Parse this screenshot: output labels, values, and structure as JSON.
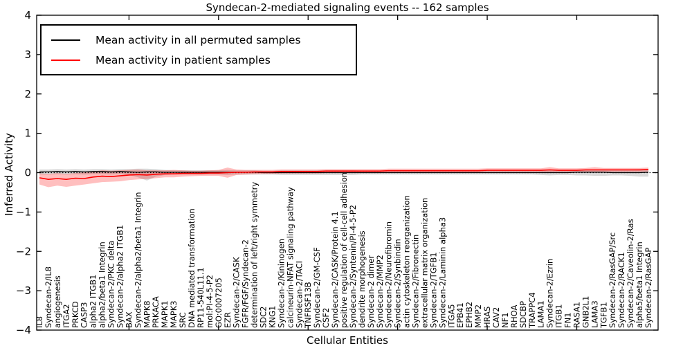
{
  "figure": {
    "title": "Syndecan-2-mediated signaling events -- 162 samples",
    "xlabel": "Cellular Entities",
    "ylabel": "Inferred Activity"
  },
  "chart_data": {
    "type": "line",
    "title": "Syndecan-2-mediated signaling events -- 162 samples",
    "xlabel": "Cellular Entities",
    "ylabel": "Inferred Activity",
    "ylim": [
      -4,
      4
    ],
    "yticks": [
      -4,
      -3,
      -2,
      -1,
      0,
      1,
      2,
      3,
      4
    ],
    "x_major_tick_indices": [
      10,
      20,
      30,
      40,
      50,
      60
    ],
    "grid": false,
    "zero_line": 0,
    "legend_position": "upper left",
    "categories": [
      "IL8",
      "Syndecan-2/IL8",
      "angiogenesis",
      "ITGA2",
      "PRKCD",
      "CASP3",
      "alpha2 ITGB1",
      "alpha2/beta1 Integrin",
      "Syndecan-2/PKC delta",
      "Syndecan-2/alpha2 ITGB1",
      "BAX",
      "Syndecan-2/alpha2/beta1 Integrin",
      "MAPK8",
      "PRKACA",
      "MAPK1",
      "MAPK3",
      "SRC",
      "DNA mediated transformation",
      "RP11-540L11.1",
      "mol:PI-4-5-P2",
      "GO:0007205",
      "EZR",
      "Syndecan-2/CASK",
      "FGFR/FGF/Syndecan-2",
      "determination of left/right symmetry",
      "SDC2",
      "KNG1",
      "Syndecan-2/Kininogen",
      "calcineurin-NFAT signaling pathway",
      "Syndecan-2/TACI",
      "TNFRSF13B",
      "Syndecan-2/GM-CSF",
      "CSF2",
      "Syndecan-2/CASK/Protein 4.1",
      "positive regulation of cell-cell adhesion",
      "Syndecan-2/Syntenin/PI-4-5-P2",
      "dendrite morphogenesis",
      "Syndecan-2 dimer",
      "Syndecan-2/MMP2",
      "Syndecan-2/Neurofibromin",
      "Syndecan-2/Synbindin",
      "actin cytoskeleton reorganization",
      "Syndecan-2/Fibronectin",
      "extracellular matrix organization",
      "Syndecan-2/TGFB1",
      "Syndecan-2/Laminin alpha3",
      "ITGA5",
      "EPB41",
      "EPHB2",
      "MMP2",
      "HRAS",
      "CAV2",
      "NF1",
      "RHOA",
      "SDCBP",
      "TRAPPC4",
      "LAMA1",
      "Syndecan-2/Ezrin",
      "ITGB1",
      "FN1",
      "RASA1",
      "GNB2L1",
      "LAMA3",
      "TGFB1",
      "Syndecan-2/RasGAP/Src",
      "Syndecan-2/RACK1",
      "Syndecan-2/Caveolin-2/Ras",
      "alpha5/beta1 Integrin",
      "Syndecan-2/RasGAP"
    ],
    "series": [
      {
        "name": "Mean activity in all permuted samples",
        "color": "#000000",
        "band_color": "rgba(0,0,0,0.15)",
        "values": [
          0.02,
          0.02,
          0.03,
          0.02,
          0.03,
          0.02,
          0.03,
          0.03,
          0.02,
          0.03,
          0.02,
          0.01,
          0.02,
          0.02,
          0.01,
          0.01,
          0.01,
          0.01,
          0.01,
          0.01,
          0.01,
          0.01,
          0.01,
          0.01,
          0.01,
          0.0,
          0.0,
          0.0,
          0.0,
          0.0,
          0.0,
          0.0,
          0.0,
          0.0,
          0.0,
          0.0,
          0.0,
          0.0,
          0.0,
          0.0,
          0.0,
          0.0,
          0.0,
          0.0,
          0.0,
          0.0,
          0.0,
          0.0,
          0.0,
          0.0,
          0.0,
          0.0,
          0.0,
          0.0,
          0.0,
          0.0,
          0.0,
          0.0,
          0.0,
          0.0,
          0.01,
          0.01,
          0.01,
          0.01,
          0.0,
          0.0,
          0.0,
          0.0,
          0.01
        ],
        "upper": [
          0.08,
          0.08,
          0.09,
          0.08,
          0.09,
          0.08,
          0.09,
          0.09,
          0.08,
          0.09,
          0.09,
          0.1,
          0.1,
          0.09,
          0.07,
          0.06,
          0.06,
          0.06,
          0.06,
          0.06,
          0.06,
          0.07,
          0.06,
          0.06,
          0.06,
          0.05,
          0.05,
          0.06,
          0.06,
          0.06,
          0.06,
          0.06,
          0.06,
          0.06,
          0.06,
          0.06,
          0.05,
          0.05,
          0.05,
          0.05,
          0.05,
          0.05,
          0.05,
          0.05,
          0.05,
          0.05,
          0.05,
          0.05,
          0.05,
          0.05,
          0.05,
          0.05,
          0.05,
          0.05,
          0.05,
          0.05,
          0.06,
          0.07,
          0.06,
          0.06,
          0.07,
          0.07,
          0.08,
          0.08,
          0.07,
          0.07,
          0.08,
          0.09,
          0.09
        ],
        "lower": [
          -0.05,
          -0.05,
          -0.04,
          -0.05,
          -0.04,
          -0.05,
          -0.04,
          -0.04,
          -0.05,
          -0.04,
          -0.06,
          -0.12,
          -0.2,
          -0.1,
          -0.06,
          -0.05,
          -0.05,
          -0.05,
          -0.05,
          -0.05,
          -0.05,
          -0.06,
          -0.05,
          -0.05,
          -0.05,
          -0.05,
          -0.05,
          -0.06,
          -0.06,
          -0.06,
          -0.06,
          -0.06,
          -0.06,
          -0.06,
          -0.06,
          -0.06,
          -0.05,
          -0.05,
          -0.05,
          -0.05,
          -0.05,
          -0.05,
          -0.05,
          -0.05,
          -0.05,
          -0.05,
          -0.05,
          -0.05,
          -0.05,
          -0.05,
          -0.05,
          -0.05,
          -0.05,
          -0.05,
          -0.05,
          -0.05,
          -0.06,
          -0.07,
          -0.06,
          -0.06,
          -0.07,
          -0.07,
          -0.08,
          -0.08,
          -0.07,
          -0.07,
          -0.08,
          -0.1,
          -0.1
        ]
      },
      {
        "name": "Mean activity in patient samples",
        "color": "#ff0000",
        "band_color": "rgba(255,0,0,0.25)",
        "values": [
          -0.13,
          -0.17,
          -0.15,
          -0.17,
          -0.14,
          -0.15,
          -0.11,
          -0.09,
          -0.1,
          -0.08,
          -0.06,
          -0.05,
          -0.06,
          -0.04,
          -0.03,
          -0.03,
          -0.02,
          -0.02,
          -0.02,
          -0.01,
          -0.01,
          0.0,
          0.01,
          0.01,
          0.02,
          0.02,
          0.02,
          0.03,
          0.03,
          0.03,
          0.03,
          0.03,
          0.04,
          0.04,
          0.04,
          0.04,
          0.04,
          0.04,
          0.04,
          0.05,
          0.05,
          0.05,
          0.05,
          0.05,
          0.05,
          0.05,
          0.05,
          0.05,
          0.05,
          0.05,
          0.06,
          0.06,
          0.06,
          0.06,
          0.06,
          0.06,
          0.06,
          0.07,
          0.06,
          0.06,
          0.06,
          0.07,
          0.07,
          0.07,
          0.07,
          0.07,
          0.07,
          0.07,
          0.08
        ],
        "upper": [
          -0.02,
          -0.03,
          -0.01,
          -0.03,
          -0.01,
          0.01,
          0.03,
          0.06,
          0.05,
          0.06,
          0.07,
          0.08,
          0.06,
          0.06,
          0.06,
          0.07,
          0.06,
          0.05,
          0.05,
          0.06,
          0.07,
          0.13,
          0.08,
          0.07,
          0.07,
          0.07,
          0.07,
          0.08,
          0.08,
          0.08,
          0.08,
          0.08,
          0.09,
          0.09,
          0.09,
          0.09,
          0.09,
          0.09,
          0.09,
          0.1,
          0.1,
          0.1,
          0.1,
          0.1,
          0.1,
          0.1,
          0.1,
          0.1,
          0.1,
          0.1,
          0.11,
          0.11,
          0.11,
          0.11,
          0.11,
          0.11,
          0.11,
          0.14,
          0.11,
          0.11,
          0.11,
          0.12,
          0.14,
          0.12,
          0.12,
          0.12,
          0.12,
          0.12,
          0.13
        ],
        "lower": [
          -0.3,
          -0.37,
          -0.33,
          -0.36,
          -0.33,
          -0.3,
          -0.27,
          -0.24,
          -0.23,
          -0.22,
          -0.19,
          -0.17,
          -0.16,
          -0.14,
          -0.12,
          -0.12,
          -0.1,
          -0.09,
          -0.08,
          -0.08,
          -0.08,
          -0.13,
          -0.06,
          -0.05,
          -0.04,
          -0.03,
          -0.03,
          -0.02,
          -0.02,
          -0.02,
          -0.02,
          -0.02,
          -0.01,
          -0.01,
          -0.01,
          -0.01,
          -0.01,
          -0.01,
          -0.01,
          0.0,
          0.0,
          0.0,
          0.0,
          0.0,
          0.0,
          0.0,
          0.0,
          0.0,
          0.0,
          0.0,
          0.01,
          0.01,
          0.01,
          0.01,
          0.01,
          0.01,
          0.01,
          0.0,
          0.01,
          0.01,
          0.01,
          0.02,
          0.0,
          0.02,
          0.02,
          0.02,
          0.02,
          0.02,
          0.03
        ]
      }
    ]
  }
}
